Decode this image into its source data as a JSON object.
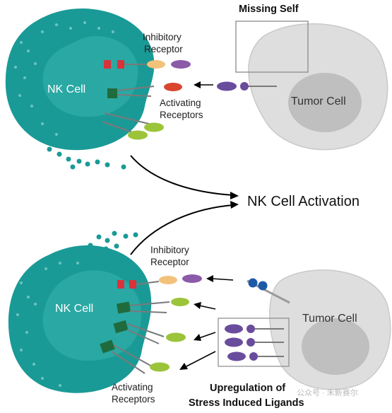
{
  "colors": {
    "nk_cell": "#1a9a96",
    "nk_nucleus": "#2aa8a4",
    "tumor_cell": "#dcdcdc",
    "tumor_nucleus": "#bdbdbd",
    "receptor_green": "#1f6b3d",
    "receptor_red": "#d9323a",
    "ligand_purple": "#6a4c9c",
    "ligand_orange": "#f2c27a",
    "ligand_lime": "#9cc43a",
    "arrow": "#000000",
    "mhc_blue": "#1c5aa8"
  },
  "top": {
    "nk_label": "NK Cell",
    "tumor_label": "Tumor Cell",
    "missing_self_label": "Missing Self",
    "inhibitory_label_line1": "Inhibitory",
    "inhibitory_label_line2": "Receptor",
    "activating_label_line1": "Activating",
    "activating_label_line2": "Receptors"
  },
  "center": {
    "activation_label": "NK Cell Activation"
  },
  "bottom": {
    "nk_label": "NK Cell",
    "tumor_label": "Tumor Cell",
    "inhibitory_label_line1": "Inhibitory",
    "inhibitory_label_line2": "Receptor",
    "activating_label_line1": "Activating",
    "activating_label_line2": "Receptors",
    "upregulation_line1": "Upregulation of",
    "upregulation_line2": "Stress Induced Ligands"
  },
  "watermark": "公众号 · 禾新赛尔"
}
